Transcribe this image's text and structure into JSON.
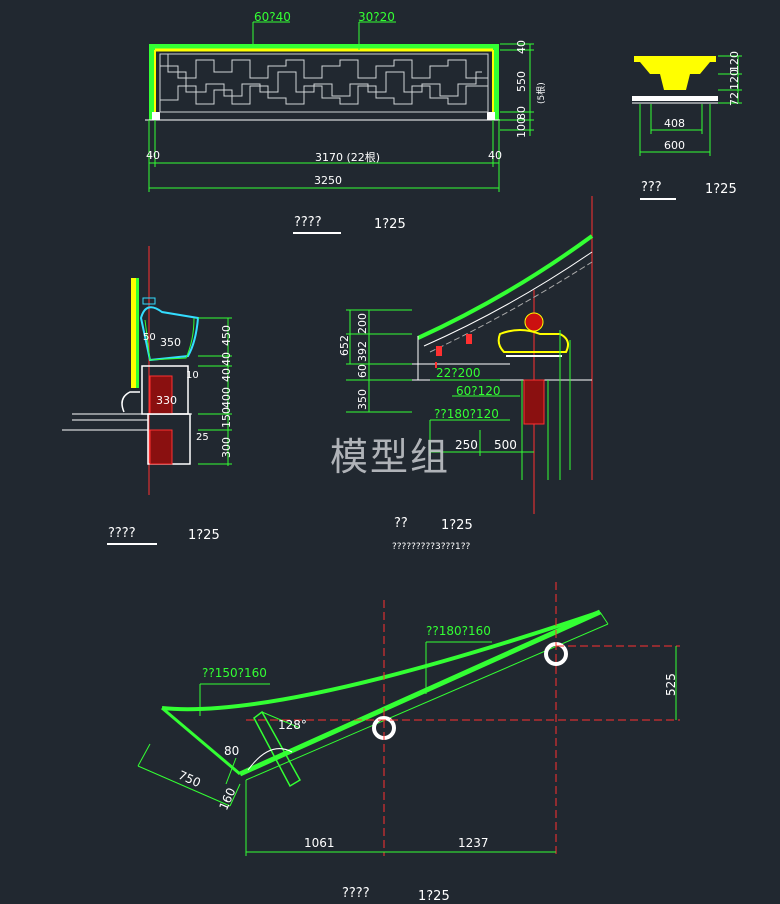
{
  "colors": {
    "background": "#212830",
    "green": "#33ff33",
    "yellow": "#ffff00",
    "red": "#ff3030",
    "white": "#ffffff",
    "cyan": "#33ddff"
  },
  "railing": {
    "label_left": "60?40",
    "label_right": "30?20",
    "dim_40_left": "40",
    "dim_3170": "3170 (22根)",
    "dim_40_right": "40",
    "dim_3250": "3250",
    "vdim_40": "40",
    "vdim_550": "550",
    "vdim_100": "100",
    "vdim_80": "80",
    "vdim_note": "(5根)",
    "caption": "????",
    "scale": "1?25"
  },
  "bracket": {
    "dim_408": "408",
    "dim_600": "600",
    "vdim_120a": "120",
    "vdim_120b": "120",
    "vdim_72": "72",
    "caption": "???",
    "scale": "1?25"
  },
  "section": {
    "dim_450": "450",
    "dim_40a": "40",
    "dim_40b": "40",
    "dim_400": "400",
    "dim_150": "150",
    "dim_300": "300",
    "dim_350": "350",
    "dim_330": "330",
    "dim_50": "50",
    "dim_10": "10",
    "dim_25": "25",
    "caption": "????",
    "scale": "1?25"
  },
  "eave": {
    "dim_200": "200",
    "dim_392": "392",
    "dim_652": "652",
    "dim_60": "60",
    "dim_350": "350",
    "label_22_200": "22?200",
    "label_60_120": "60?120",
    "label_180_120": "??180?120",
    "dim_250": "250",
    "dim_500": "500",
    "caption": "??",
    "scale": "1?25",
    "note": "?????????3???1??"
  },
  "watermark": "模型组",
  "rafter": {
    "label_150_160": "??150?160",
    "label_180_160": "??180?160",
    "angle": "128°",
    "dim_80": "80",
    "dim_750": "750",
    "dim_160": "160",
    "dim_1061": "1061",
    "dim_1237": "1237",
    "dim_525": "525",
    "caption": "????",
    "scale": "1?25"
  }
}
